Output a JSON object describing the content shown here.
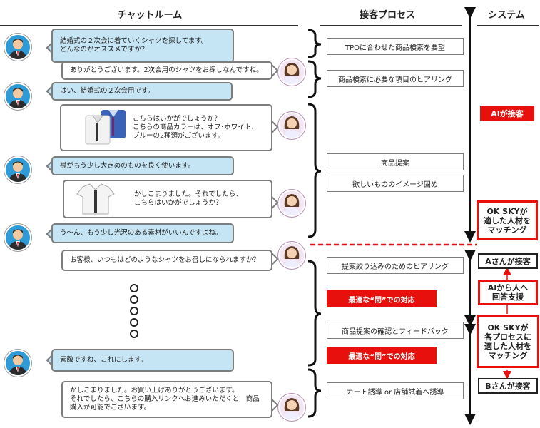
{
  "headers": {
    "chat": "チャットルーム",
    "process": "接客プロセス",
    "system": "システム"
  },
  "messages": [
    {
      "text": "結婚式の２次会に着ていくシャツを探してます。\nどんなのがオススメですか？"
    },
    {
      "text": "ありがとうございます。2次会用のシャツをお探しなんですね。"
    },
    {
      "text": "はい、結婚式の２次会用です。"
    },
    {
      "text": "こちらはいかがでしょうか？\nこちらの商品カラーは、オフ･ホワイト、\nブルーの2種類がございます。"
    },
    {
      "text": "襟がもう少し大きめのものを良く使います。"
    },
    {
      "text": "かしこまりました。それでしたら、\nこちらはいかがでしょうか？"
    },
    {
      "text": "う～ん、もう少し光沢のある素材がいいんですよね。"
    },
    {
      "text": "お客様、いつもはどのようなシャツをお召しになられますか？"
    },
    {
      "text": "素敵ですね、これにします。"
    },
    {
      "text": "かしこまりました。お買い上げありがとうございます。\nそれでしたら、こちらの購入リンクへお進みいただくと　商品\n購入が可能でございます。"
    }
  ],
  "process": {
    "p1": "TPOに合わせた商品検索を要望",
    "p2": "商品検索に必要な項目のヒアリング",
    "p3": "商品提案",
    "p4": "欲しいもののイメージ固め",
    "p5": "提案絞り込みのためのヒアリング",
    "r1": "最適な“間”での対応",
    "p6": "商品提案の確認とフィードバック",
    "r2": "最適な“間”での対応",
    "p7": "カート誘導 or 店舗試着へ誘導"
  },
  "system": {
    "ai": "AIが接客",
    "okA": "OK SKYが\n適した人材を\nマッチング",
    "a": "Aさんが接客",
    "aiToHuman": "AIから人へ\n回答支援",
    "okB": "OK SKYが\n各プロセスに\n適した人材を\nマッチング",
    "b": "Bさんが接客"
  },
  "colors": {
    "accent": "#e8100d",
    "bubble_blue": "#c6e5f4",
    "border": "#7d7d7d"
  }
}
